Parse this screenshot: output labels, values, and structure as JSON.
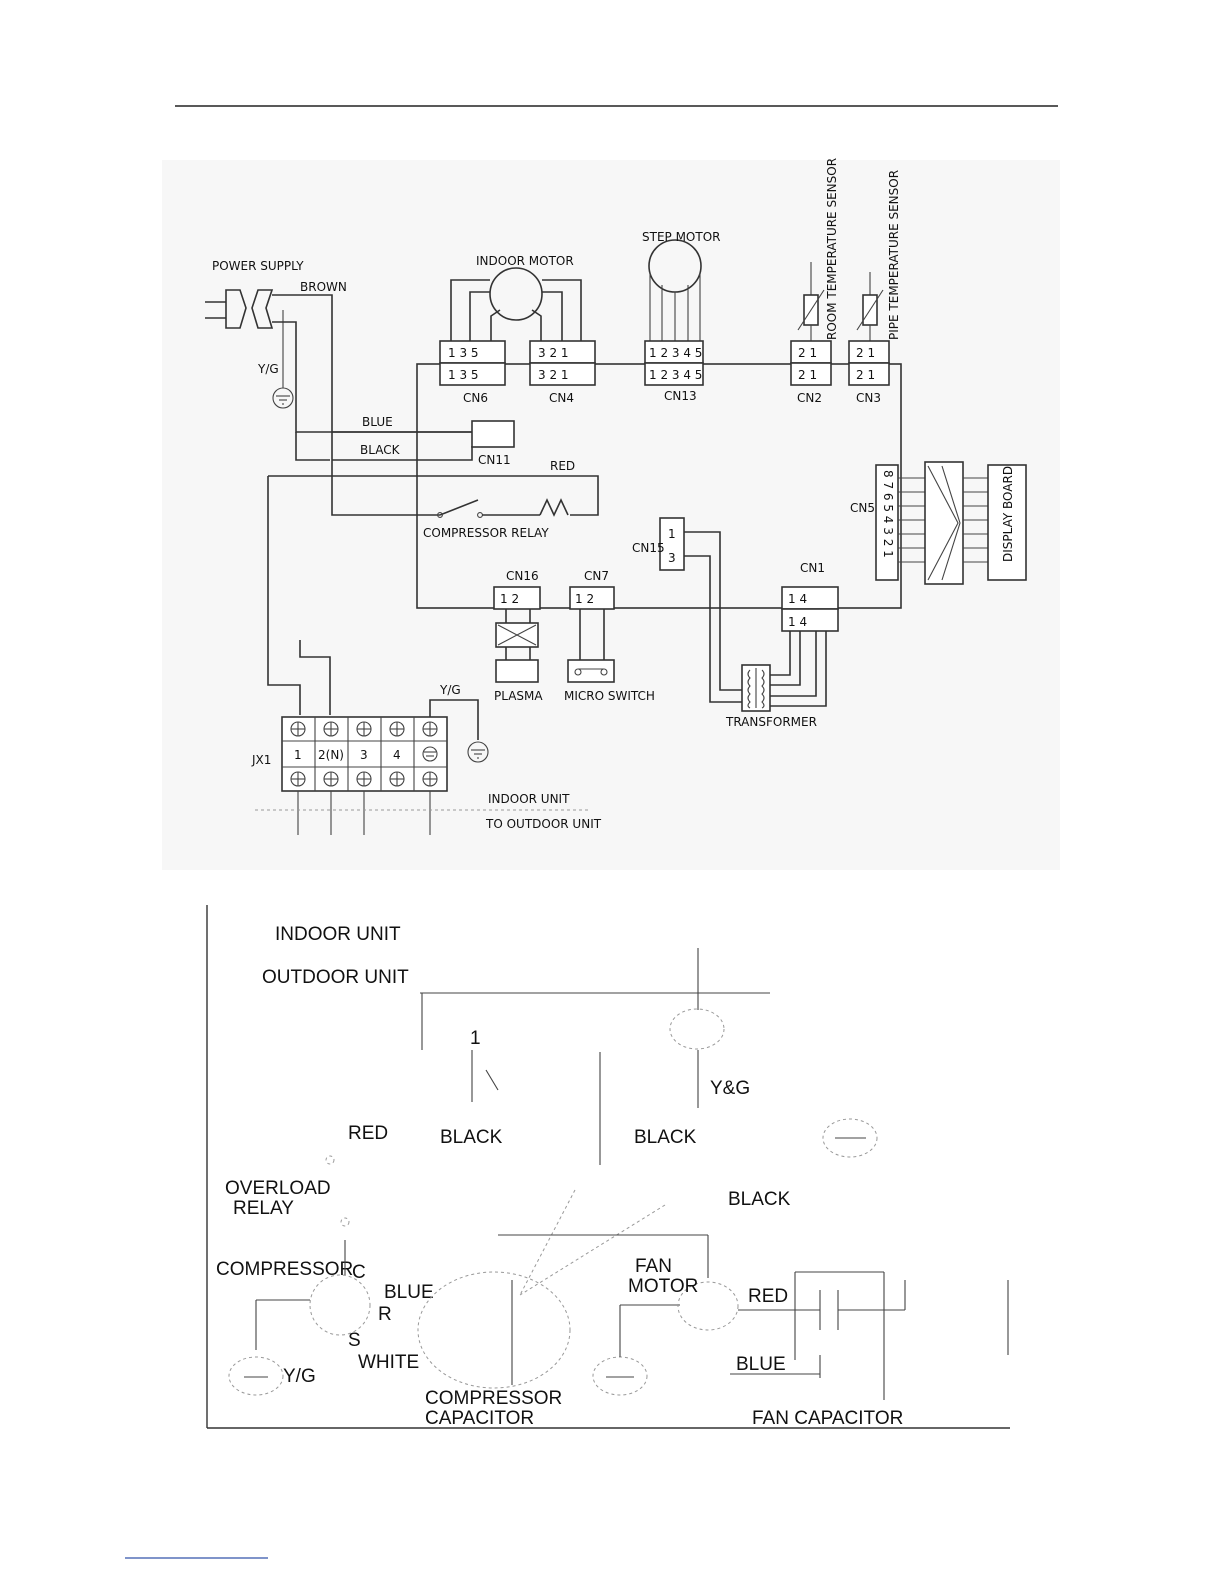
{
  "top_diagram": {
    "power_supply": "POWER SUPPLY",
    "brown": "BROWN",
    "yg": "Y/G",
    "blue": "BLUE",
    "black": "BLACK",
    "red": "RED",
    "indoor_motor": "INDOOR MOTOR",
    "step_motor": "STEP MOTOR",
    "room_sensor": "ROOM TEMPERATURE SENSOR",
    "pipe_sensor": "PIPE TEMPERATURE SENSOR",
    "cn6": "CN6",
    "cn4": "CN4",
    "cn13": "CN13",
    "cn2": "CN2",
    "cn3": "CN3",
    "cn11": "CN11",
    "cn5": "CN5",
    "cn15": "CN15",
    "cn16": "CN16",
    "cn7": "CN7",
    "cn1": "CN1",
    "cn6_pins": "1  3  5",
    "cn4_pins": "3  2  1",
    "cn13_pins": "1 2 3 4 5",
    "cn2_pins": "2  1",
    "cn3_pins": "2  1",
    "cn16_pins": "1   2",
    "cn7_pins": "1   2",
    "cn1_pins": "1      4",
    "cn15_pin_a": "1",
    "cn15_pin_b": "3",
    "cn5_pins": "8 7 6 5 4 3 2 1",
    "compressor_relay": "COMPRESSOR RELAY",
    "display_board": "DISPLAY BOARD",
    "plasma": "PLASMA",
    "micro_switch": "MICRO SWITCH",
    "transformer": "TRANSFORMER",
    "jx1": "JX1",
    "term_1": "1",
    "term_2": "2(N)",
    "term_3": "3",
    "term_4": "4",
    "indoor_unit": "INDOOR UNIT",
    "to_outdoor_unit": "TO OUTDOOR UNIT"
  },
  "bottom_diagram": {
    "indoor_unit": "INDOOR UNIT",
    "outdoor_unit": "OUTDOOR UNIT",
    "num_1": "1",
    "yg_top": "Y&G",
    "red": "RED",
    "black_1": "BLACK",
    "black_2": "BLACK",
    "black_3": "BLACK",
    "overload_relay_1": "OVERLOAD",
    "overload_relay_2": "RELAY",
    "compressor": "COMPRESSOR",
    "c_letter": "C",
    "blue": "BLUE",
    "r_letter": "R",
    "s_letter": "S",
    "white": "WHITE",
    "yg_bottom": "Y/G",
    "compressor_capacitor_1": "COMPRESSOR",
    "compressor_capacitor_2": "CAPACITOR",
    "fan_motor_1": "FAN",
    "fan_motor_2": "MOTOR",
    "red_fan": "RED",
    "blue_fan": "BLUE",
    "fan_capacitor": "FAN CAPACITOR"
  },
  "colors": {
    "line": "#333333",
    "background": "#ffffff"
  }
}
